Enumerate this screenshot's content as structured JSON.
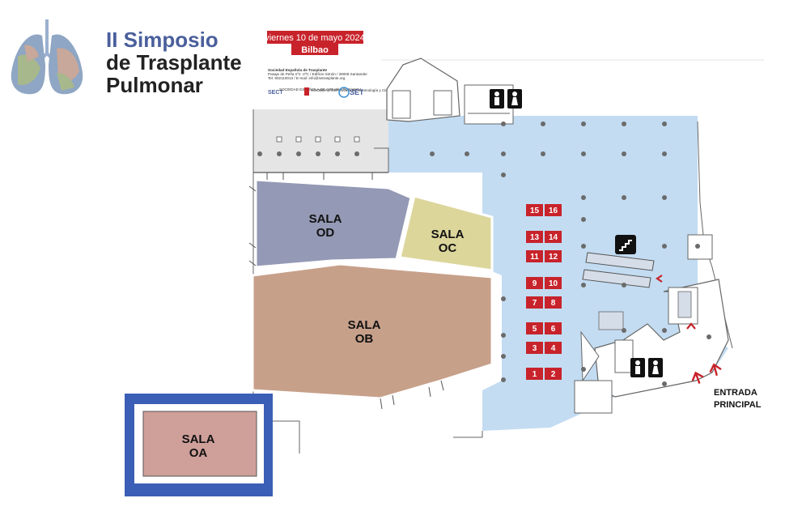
{
  "event": {
    "title_line1": "II Simposio",
    "title_line2": "de Trasplante",
    "title_line3": "Pulmonar",
    "date": "viernes 10 de mayo 2024",
    "city": "Bilbao",
    "org_name": "Sociedad Española de Trasplante",
    "org_address": "Pasaje de Peña nº2 -2ºC / Edificio Simón / 39008 Santander",
    "org_contact": "Tel. 902110013 / E-mail: info@setrasplante.org",
    "sponsor_1": "SECT",
    "sponsor_1_sub": "SOCIEDAD ESPAÑOLA DE CIRUGÍA TORÁCICA",
    "sponsor_2_sub": "SOCIEDAD ESPAÑOLA DE Neumología y Cirugía Torácica",
    "sponsor_3": "SET"
  },
  "rooms": {
    "od": {
      "line1": "SALA",
      "line2": "OD"
    },
    "oc": {
      "line1": "SALA",
      "line2": "OC"
    },
    "ob": {
      "line1": "SALA",
      "line2": "OB"
    },
    "oa": {
      "line1": "SALA",
      "line2": "OA"
    }
  },
  "booths": [
    "15",
    "16",
    "13",
    "14",
    "11",
    "12",
    "9",
    "10",
    "7",
    "8",
    "5",
    "6",
    "3",
    "4",
    "1",
    "2"
  ],
  "entrance": {
    "line1": "ENTRADA",
    "line2": "PRINCIPAL"
  },
  "icons": {
    "restroom": "restroom-icon",
    "stairs": "stairs-icon",
    "arrow": "entrance-arrow-icon",
    "column": "column-dot-icon"
  },
  "colors": {
    "title_blue": "#4a5f9c",
    "accent_red": "#c8232b",
    "foyer_blue": "#c3dcf2",
    "sala_od": "#9499b5",
    "sala_oc": "#dcd69b",
    "sala_ob": "#c7a08a",
    "sala_oa": "#cf9f9a",
    "sala_oa_frame": "#3b5fb6",
    "gray_area": "#e5e5e5",
    "column": "#6b6b6b"
  }
}
